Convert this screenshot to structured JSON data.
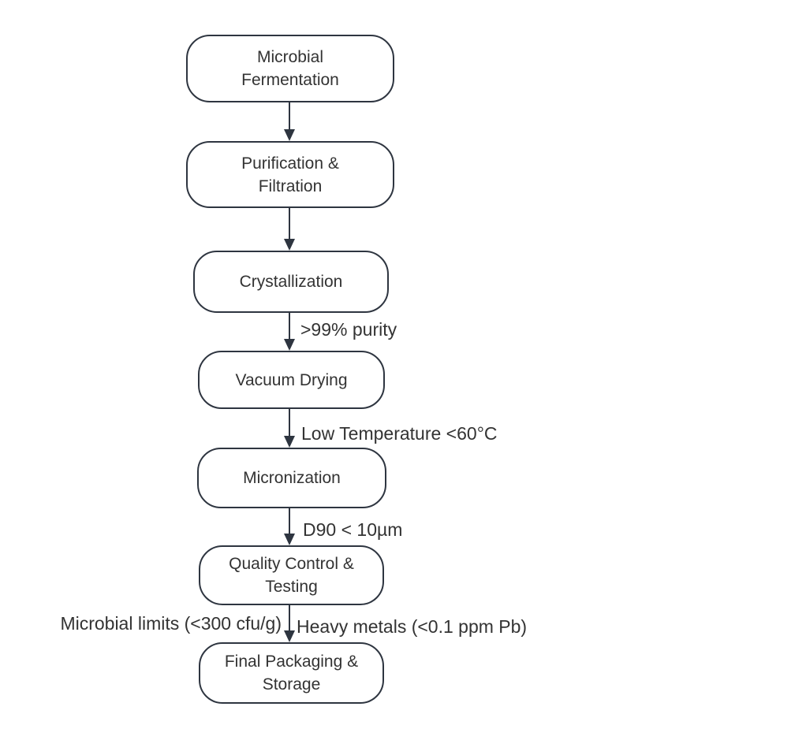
{
  "flowchart": {
    "type": "vertical-flowchart",
    "nodes": [
      {
        "id": "microbial-fermentation",
        "label": "Microbial\nFermentation"
      },
      {
        "id": "purification-filtration",
        "label": "Purification &\nFiltration"
      },
      {
        "id": "crystallization",
        "label": "Crystallization"
      },
      {
        "id": "vacuum-drying",
        "label": "Vacuum Drying"
      },
      {
        "id": "micronization",
        "label": "Micronization"
      },
      {
        "id": "quality-control-testing",
        "label": "Quality Control &\nTesting"
      },
      {
        "id": "final-packaging-storage",
        "label": "Final Packaging &\nStorage"
      }
    ],
    "edges": [
      {
        "from": "microbial-fermentation",
        "to": "purification-filtration",
        "label": ""
      },
      {
        "from": "purification-filtration",
        "to": "crystallization",
        "label": ""
      },
      {
        "from": "crystallization",
        "to": "vacuum-drying",
        "label": ">99% purity"
      },
      {
        "from": "vacuum-drying",
        "to": "micronization",
        "label": "Low Temperature <60°C"
      },
      {
        "from": "micronization",
        "to": "quality-control-testing",
        "label": "D90 < 10µm"
      },
      {
        "from": "quality-control-testing",
        "to": "final-packaging-storage",
        "label": "Microbial limits (<300 cfu/g)"
      },
      {
        "from": "quality-control-testing",
        "to": "final-packaging-storage",
        "label": "Heavy metals (<0.1 ppm Pb)"
      }
    ],
    "colors": {
      "background": "#ffffff",
      "node_fill": "#ffffff",
      "node_border": "#2e3540",
      "text": "#333333",
      "arrow": "#2e3540"
    }
  }
}
